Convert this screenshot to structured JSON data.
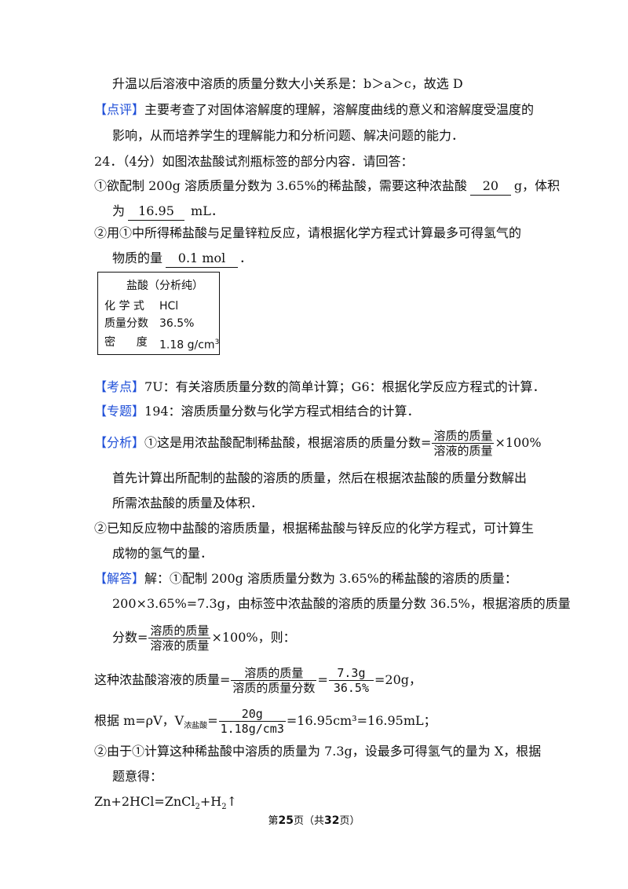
{
  "lines": {
    "l1": "升温以后溶液中溶质的质量分数大小关系是：b＞a＞c，故选 D",
    "l2_tag": "【点评】",
    "l2": "主要考查了对固体溶解度的理解，溶解度曲线的意义和溶解度受温度的",
    "l3": "影响，从而培养学生的理解能力和分析问题、解决问题的能力．",
    "q_head": "24．（4分）如图浓盐酸试剂瓶标签的部分内容．请回答：",
    "q1_a": "①欲配制 200g 溶质质量分数为 3.65%的稀盐酸，需要这种浓盐酸",
    "q1_ans1": "20",
    "q1_b": "g，体积",
    "q1_c": "为",
    "q1_ans2": "16.95",
    "q1_d": "mL．",
    "q2_a": "②用①中所得稀盐酸与足量锌粒反应，请根据化学方程式计算最多可得氢气的",
    "q2_b": "物质的量",
    "q2_ans": "0.1  mol",
    "q2_c": "．"
  },
  "label": {
    "title": "盐酸（分析纯）",
    "row1_key": "化 学 式",
    "row1_val": "HCl",
    "row2_key": "质量分数",
    "row2_val": "36.5%",
    "row3_key": "密      度",
    "row3_val": "1.18 g/cm",
    "row3_sup": "3"
  },
  "analysis": {
    "kaodian_tag": "【考点】",
    "kaodian": "7U：有关溶质质量分数的简单计算；G6：根据化学反应方程式的计算．",
    "zhuanti_tag": "【专题】",
    "zhuanti": "194：溶质质量分数与化学方程式相结合的计算．",
    "fenxi_tag": "【分析】",
    "fenxi_a": "①这是用浓盐酸配制稀盐酸，根据溶质的质量分数=",
    "frac_num": "溶质的质量",
    "frac_den": "溶液的质量",
    "fenxi_b": "×100%",
    "fenxi_2": "首先计算出所配制的盐酸的溶质的质量，然后在根据浓盐酸的质量分数解出",
    "fenxi_3": "所需浓盐酸的质量及体积．",
    "fenxi_4": "②已知反应物中盐酸的溶质质量，根据稀盐酸与锌反应的化学方程式，可计算生",
    "fenxi_5": "成物的氢气的量．",
    "jieda_tag": "【解答】",
    "jieda_1": "解：①配制 200g 溶质质量分数为 3.65%的稀盐酸的溶质的质量：",
    "jieda_2": "200×3.65%=7.3g，由标签中浓盐酸的溶质的质量分数 36.5%，根据溶质的质量",
    "jieda_3a": "分数=",
    "jieda_3b": "×100%，则：",
    "jieda_4a": "这种浓盐酸溶液的质量=",
    "frac2_num": "溶质的质量",
    "frac2_den": "溶质的质量分数",
    "frac3_num": "7.3g",
    "frac3_den": "36.5%",
    "jieda_4b": "=20g，",
    "jieda_5a": "根据 m=ρV，V",
    "jieda_5sub": "浓盐酸",
    "jieda_5eq": "=",
    "frac4_num": "20g",
    "frac4_den": "1.18g/cm3",
    "jieda_5b": "=16.95cm³=16.95mL；",
    "jieda_6": "②由于①计算这种稀盐酸中溶质的质量为 7.3g，设最多可得氢气的量为 X，根据",
    "jieda_7": "题意得：",
    "jieda_8": "Zn+2HCl=ZnCl",
    "jieda_8_sub1": "2",
    "jieda_8_b": "+H",
    "jieda_8_sub2": "2",
    "jieda_8_arrow": "↑"
  },
  "footer": {
    "pre": "第",
    "page": "25",
    "mid": "页（共",
    "total": "32",
    "post": "页）"
  }
}
